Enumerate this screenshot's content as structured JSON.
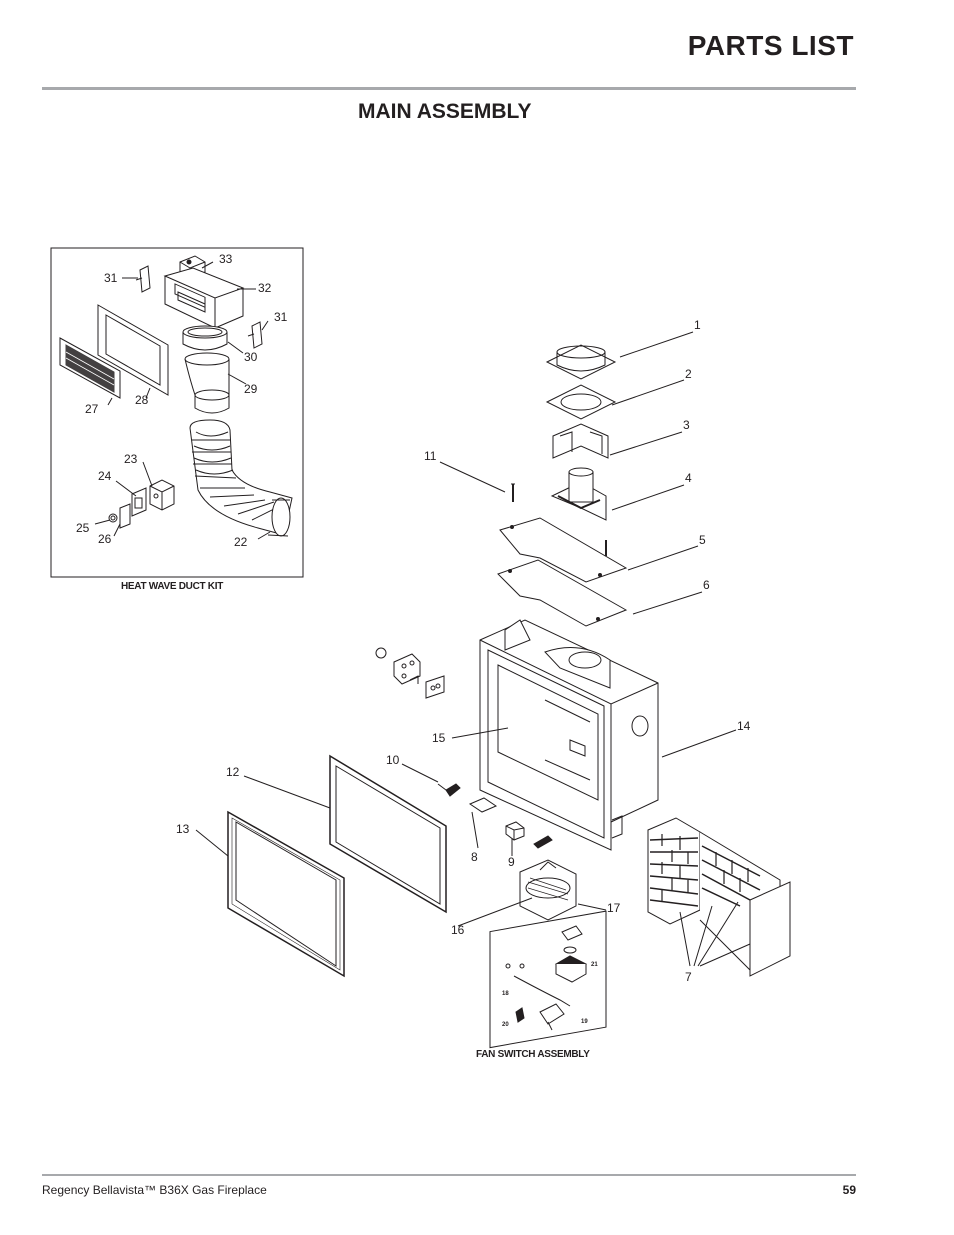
{
  "header": {
    "title": "PARTS LIST"
  },
  "section": {
    "title": "MAIN ASSEMBLY"
  },
  "insets": {
    "duct_kit_caption": "HEAT WAVE DUCT KIT",
    "fan_switch_caption": "FAN SWITCH ASSEMBLY"
  },
  "callouts": {
    "p1": "1",
    "p2": "2",
    "p3": "3",
    "p4": "4",
    "p5": "5",
    "p6": "6",
    "p7": "7",
    "p8": "8",
    "p9": "9",
    "p10": "10",
    "p11": "11",
    "p12": "12",
    "p13": "13",
    "p14": "14",
    "p15": "15",
    "p16": "16",
    "p17": "17",
    "p18": "18",
    "p19": "19",
    "p20": "20",
    "p21": "21",
    "p22": "22",
    "p23": "23",
    "p24": "24",
    "p25": "25",
    "p26": "26",
    "p27": "27",
    "p28": "28",
    "p29": "29",
    "p30": "30",
    "p31a": "31",
    "p31b": "31",
    "p32": "32",
    "p33": "33"
  },
  "footer": {
    "product": "Regency Bellavista™ B36X Gas Fireplace",
    "page_number": "59"
  }
}
